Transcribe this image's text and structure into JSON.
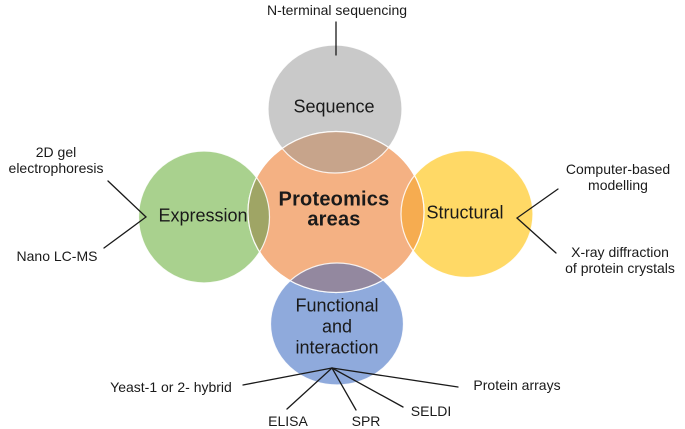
{
  "diagram_title": "Proteomics areas",
  "center": {
    "line1": "Proteomics",
    "line2": "areas"
  },
  "areas": {
    "sequence": {
      "label": "Sequence"
    },
    "expression": {
      "label": "Expression"
    },
    "structural": {
      "label": "Structural"
    },
    "functional": {
      "line1": "Functional",
      "line2": "and",
      "line3": "interaction"
    }
  },
  "techniques": {
    "n_terminal": "N-terminal sequencing",
    "gel_line1": "2D gel",
    "gel_line2": "electrophoresis",
    "nano": "Nano LC-MS",
    "computer_line1": "Computer-based",
    "computer_line2": "modelling",
    "xray_line1": "X-ray diffraction",
    "xray_line2": "of protein crystals",
    "yeast": "Yeast-1 or 2- hybrid",
    "elisa": "ELISA",
    "spr": "SPR",
    "seldi": "SELDI",
    "protein_arrays": "Protein arrays"
  },
  "colors": {
    "sequence": "#C9C9C9",
    "expression": "#A9D18E",
    "structural": "#FFD966",
    "functional": "#8FAADC",
    "center": "#F4B183",
    "overlap_sequence": "#C7A48B",
    "overlap_expression": "#9FA565",
    "overlap_structural": "#F6AC50",
    "overlap_functional": "#93889F",
    "line": "#1a1a1a"
  }
}
